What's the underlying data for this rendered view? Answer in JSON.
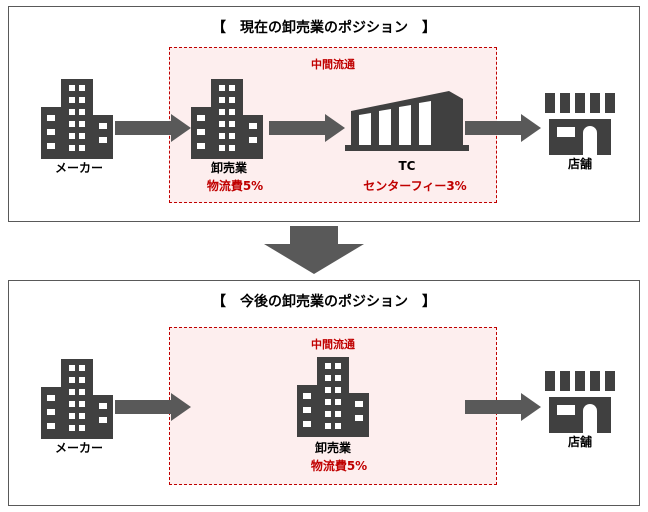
{
  "current": {
    "title": "【　現在の卸売業のポジション　】",
    "zone_label": "中間流通",
    "maker_label": "メーカー",
    "wholesaler_label": "卸売業",
    "wholesaler_fee": "物流費5%",
    "tc_label": "TC",
    "tc_fee": "センターフィー3%",
    "store_label": "店舗"
  },
  "future": {
    "title": "【　今後の卸売業のポジション　】",
    "zone_label": "中間流通",
    "maker_label": "メーカー",
    "wholesaler_label": "卸売業",
    "wholesaler_fee": "物流費5%",
    "store_label": "店舗"
  },
  "colors": {
    "icon": "#404040",
    "arrow": "#595959",
    "accent": "#c00000",
    "zone_fill": "#fdeeee"
  }
}
